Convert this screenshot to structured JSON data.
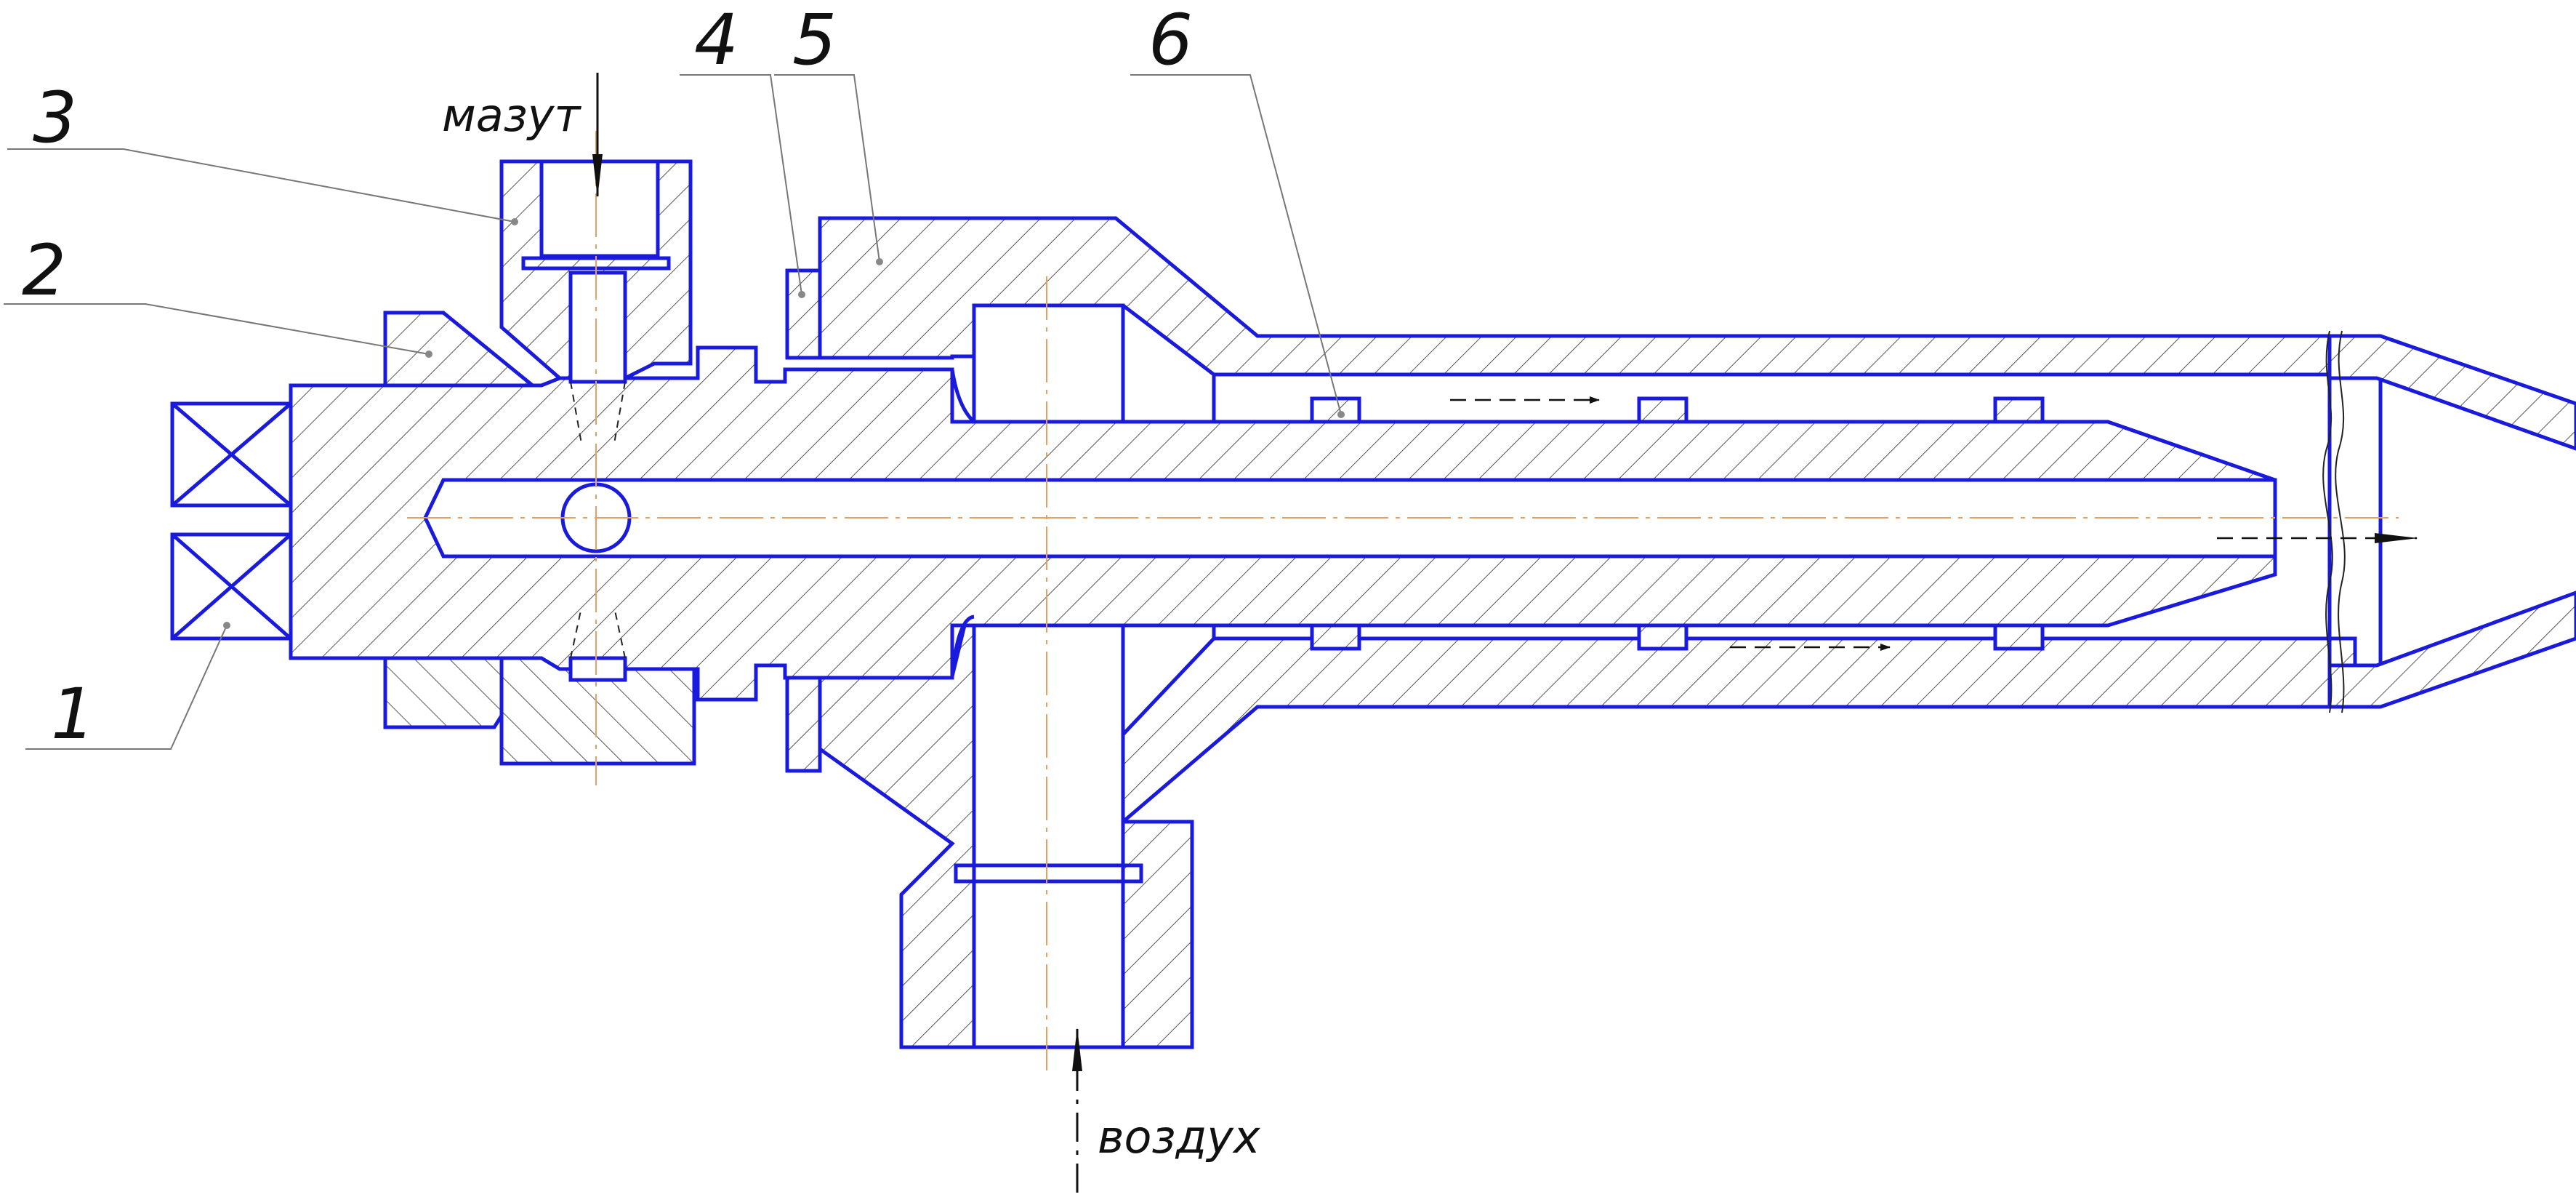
{
  "drawing": {
    "callouts": [
      {
        "id": "1",
        "label": "1"
      },
      {
        "id": "2",
        "label": "2"
      },
      {
        "id": "3",
        "label": "3"
      },
      {
        "id": "4",
        "label": "4"
      },
      {
        "id": "5",
        "label": "5"
      },
      {
        "id": "6",
        "label": "6"
      }
    ],
    "media": {
      "fuel": "мазут",
      "air": "воздух"
    },
    "colors": {
      "outline": "#1a1adc",
      "axis": "#e8a060",
      "hatch": "#555555"
    }
  }
}
